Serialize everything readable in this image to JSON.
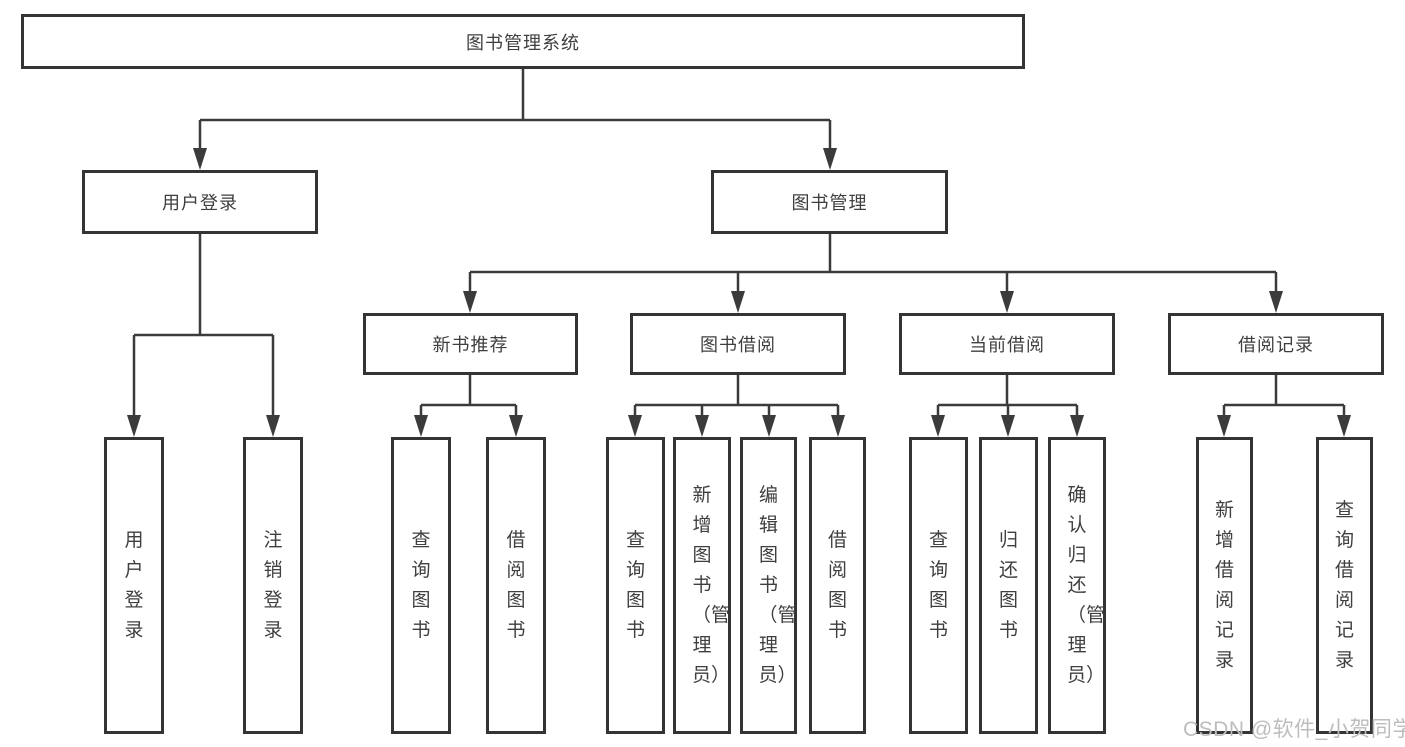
{
  "diagram": {
    "nodes": {
      "root": "图书管理系统",
      "user_login": "用户登录",
      "book_management": "图书管理",
      "new_book_recommend": "新书推荐",
      "book_borrow": "图书借阅",
      "current_borrow": "当前借阅",
      "borrow_records": "借阅记录",
      "leaves": {
        "user_login": [
          "用户登录",
          "注销登录"
        ],
        "new_book_recommend": [
          "查询图书",
          "借阅图书"
        ],
        "book_borrow": [
          "查询图书",
          "新增图书（管理员）",
          "编辑图书（管理员）",
          "借阅图书"
        ],
        "current_borrow": [
          "查询图书",
          "归还图书",
          "确认归还（管理员）"
        ],
        "borrow_records": [
          "新增借阅记录",
          "查询借阅记录"
        ]
      }
    },
    "line_color": "#3b3b3b",
    "border_color": "#343434"
  },
  "watermark": "CSDN @软件_小贺同学"
}
